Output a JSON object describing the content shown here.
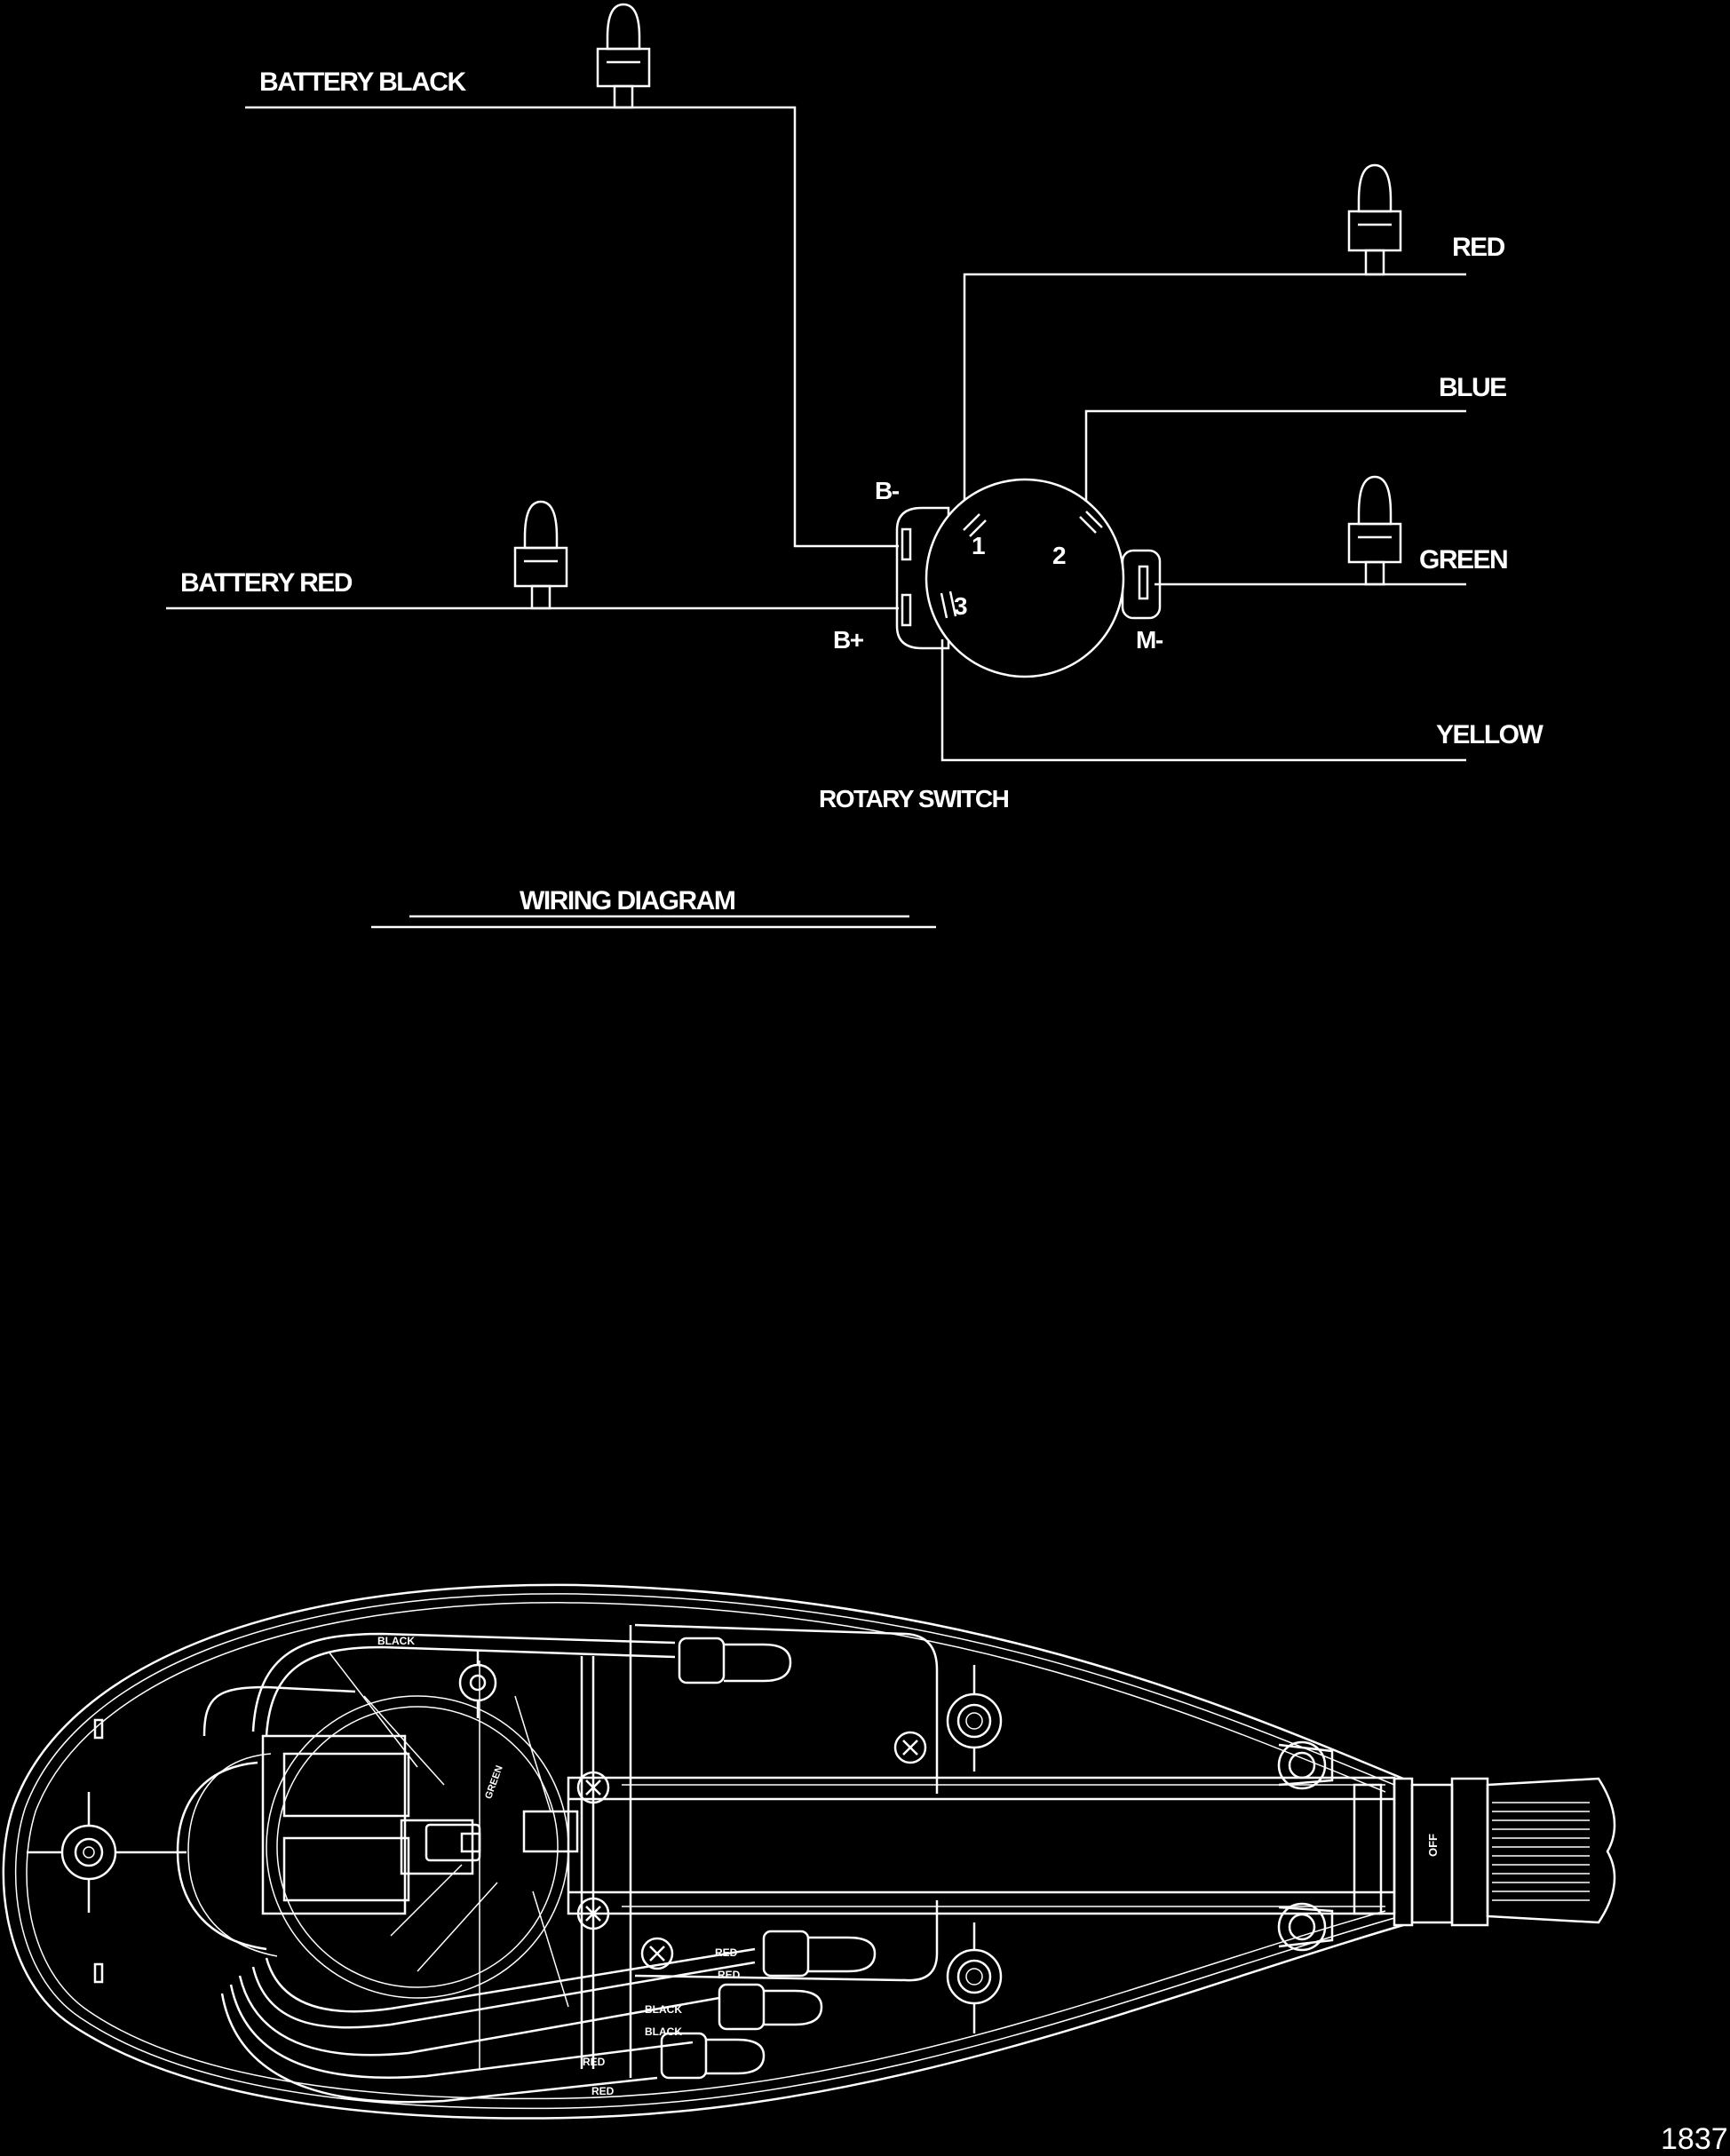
{
  "diagram": {
    "title": "WIRING DIAGRAM",
    "figure_number": "1837",
    "labels": {
      "battery_black": "BATTERY BLACK",
      "battery_red": "BATTERY RED",
      "red": "RED",
      "blue": "BLUE",
      "green": "GREEN",
      "yellow": "YELLOW",
      "rotary_switch": "ROTARY SWITCH",
      "b_minus": "B-",
      "b_plus": "B+",
      "m_minus": "M-",
      "pin1": "1",
      "pin2": "2",
      "pin3": "3"
    },
    "housing_labels": {
      "black_top": "BLACK",
      "green": "GREEN",
      "red1": "RED",
      "red2": "RED",
      "black1": "BLACK",
      "black2": "BLACK",
      "red3": "RED",
      "red4": "RED",
      "off": "OFF"
    },
    "colors": {
      "background": "#000000",
      "line": "#ffffff"
    }
  }
}
